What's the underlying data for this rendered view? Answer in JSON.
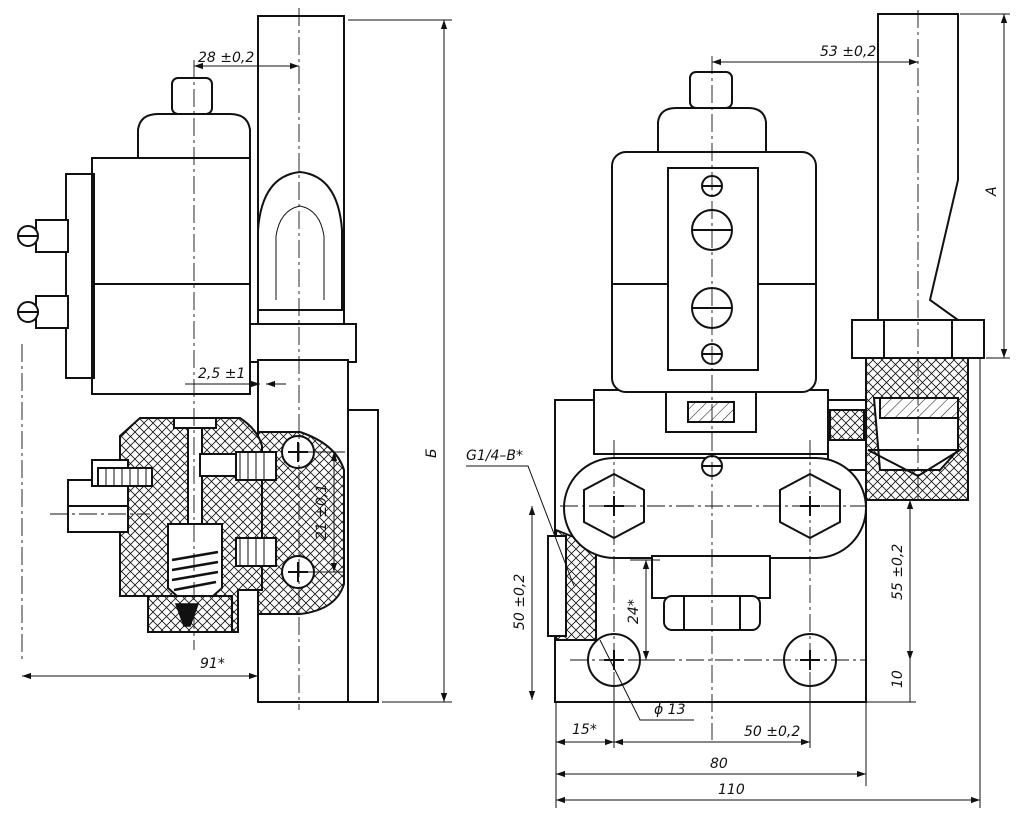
{
  "dimensions": {
    "d28": "28 ±0,2",
    "d53": "53 ±0,2",
    "d2_5": "2,5 ±1",
    "d21": "21 ±0,1",
    "d91": "91*",
    "dB": "Б",
    "dA": "А",
    "thread": "G1/4–B*",
    "d50v": "50 ±0,2",
    "d24": "24*",
    "d55": "55 ±0,2",
    "d10": "10",
    "d15": "15*",
    "phi13": "ϕ 13",
    "d50h": "50 ±0,2",
    "d80": "80",
    "d110": "110"
  }
}
